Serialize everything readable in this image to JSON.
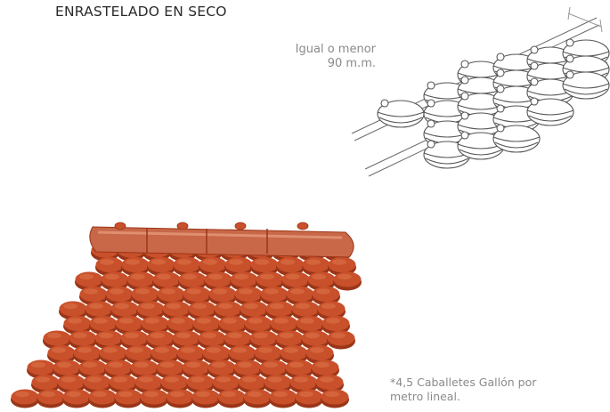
{
  "header": {
    "title": "ENRASTELADO EN SECO"
  },
  "technical_drawing": {
    "dimension_note": [
      "Igual o menor",
      "90 m.m."
    ],
    "icon": "roof-tile-line-drawing"
  },
  "illustration": {
    "icon": "terracotta-roof-with-ridge-tiles",
    "colors": {
      "tile": "#c8502a",
      "tile_dark": "#9a3518",
      "tile_light": "#dc7448",
      "ridge": "#c86848"
    }
  },
  "footnote": {
    "lines": [
      "*4,5 Caballetes Gallón por",
      "metro lineal."
    ]
  }
}
